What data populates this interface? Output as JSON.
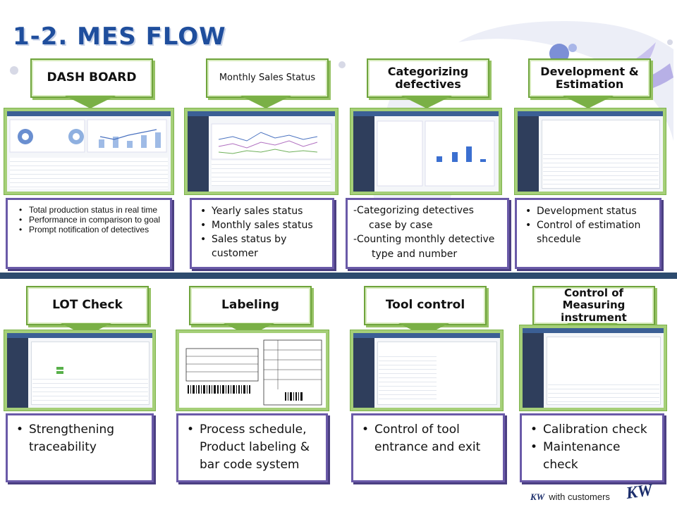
{
  "title": "1-2. MES FLOW",
  "top": [
    {
      "label": "DASH BOARD",
      "desc": [
        "Total production status in real time",
        "Performance in comparison to goal",
        "Prompt notification of detectives"
      ]
    },
    {
      "label": "Monthly Sales Status",
      "desc": [
        "Yearly sales status",
        "Monthly sales status",
        "Sales status by customer"
      ]
    },
    {
      "label": "Categorizing defectives",
      "desc": [
        "-Categorizing detectives",
        "case by case",
        "-Counting monthly detective",
        "type and number"
      ]
    },
    {
      "label": "Development & Estimation",
      "desc": [
        "Development status",
        "Control of estimation shcedule"
      ]
    }
  ],
  "bottom": [
    {
      "label": "LOT Check",
      "desc": [
        "Strengthening traceability"
      ]
    },
    {
      "label": "Labeling",
      "desc": [
        "Process schedule, Product labeling & bar code system"
      ]
    },
    {
      "label": "Tool control",
      "desc": [
        "Control of tool entrance and exit"
      ]
    },
    {
      "label": "Control of Measuring instrument",
      "desc": [
        "Calibration check",
        "Maintenance check"
      ]
    }
  ],
  "footer": {
    "brand": "KW",
    "tagline": "with customers",
    "logo": "KW"
  },
  "colors": {
    "title": "#1f4e9d",
    "label_border": "#6fa43c",
    "desc_border": "#6a5aa8",
    "divider": "#2d4b6e"
  }
}
